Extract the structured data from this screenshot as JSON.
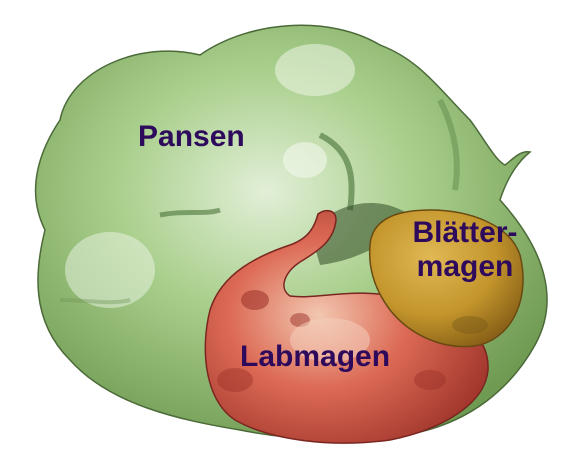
{
  "labels": {
    "pansen": "Pansen",
    "blaettermagen_line1": "Blätter-",
    "blaettermagen_line2": "magen",
    "labmagen": "Labmagen"
  },
  "colors": {
    "label_text": "#2e0a5c",
    "pansen_fill": "#9bc47d",
    "pansen_shadow": "#5f8a45",
    "pansen_light": "#d8ead0",
    "labmagen_fill": "#d45b4a",
    "labmagen_shadow": "#8f2c26",
    "labmagen_light": "#f0c0a8",
    "blaettermagen_fill": "#c49a2e",
    "blaettermagen_shadow": "#7a5a18",
    "outline": "#3a4a2e"
  }
}
